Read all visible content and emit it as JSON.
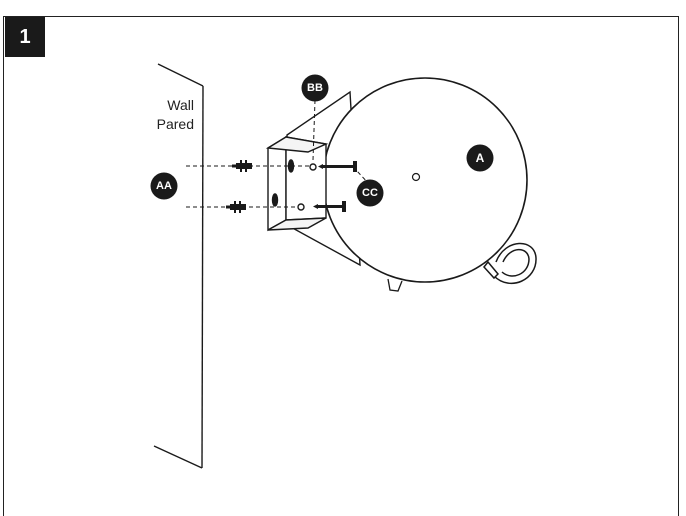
{
  "step": {
    "number": "1"
  },
  "wall": {
    "label_en": "Wall",
    "label_es": "Pared"
  },
  "callouts": {
    "bb": "BB",
    "aa": "AA",
    "cc": "CC",
    "a": "A"
  },
  "colors": {
    "ink": "#1a1a1a",
    "badge_text": "#ffffff",
    "background": "#ffffff"
  }
}
